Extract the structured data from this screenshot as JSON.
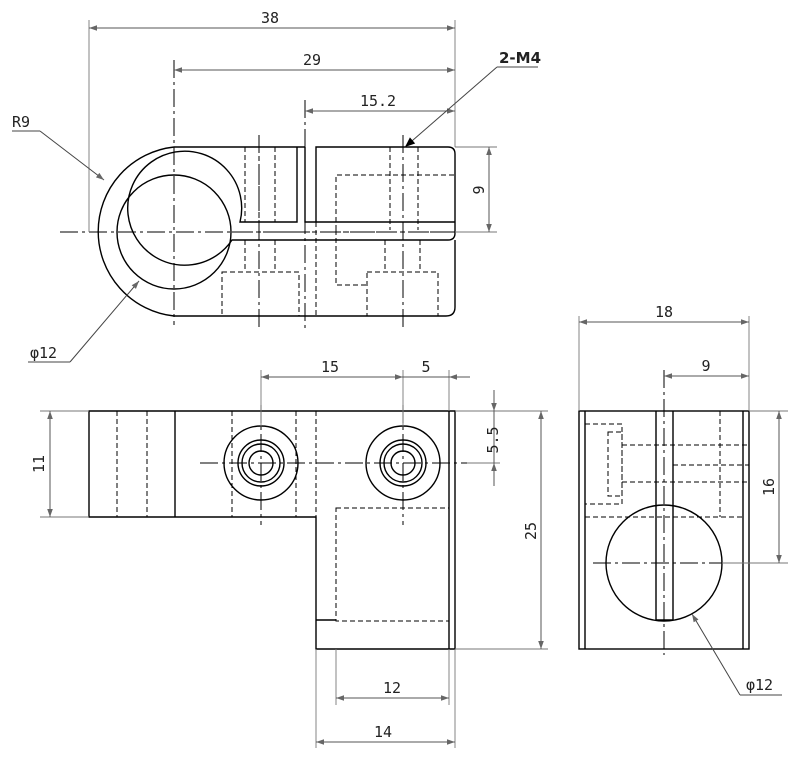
{
  "colors": {
    "line": "#000000",
    "dimension": "#555555",
    "background": "#ffffff"
  },
  "top_view": {
    "dim_38": "38",
    "dim_29": "29",
    "dim_15_2": "15.2",
    "dim_9": "9",
    "thread_callout": "2-M4",
    "radius_callout": "R9",
    "hole_callout": "φ12"
  },
  "front_view": {
    "dim_15": "15",
    "dim_5": "5",
    "dim_5_5": "5.5",
    "dim_11": "11",
    "dim_25": "25",
    "dim_12": "12",
    "dim_14": "14"
  },
  "side_view": {
    "dim_18": "18",
    "dim_9": "9",
    "dim_16": "16",
    "hole_callout": "φ12"
  }
}
